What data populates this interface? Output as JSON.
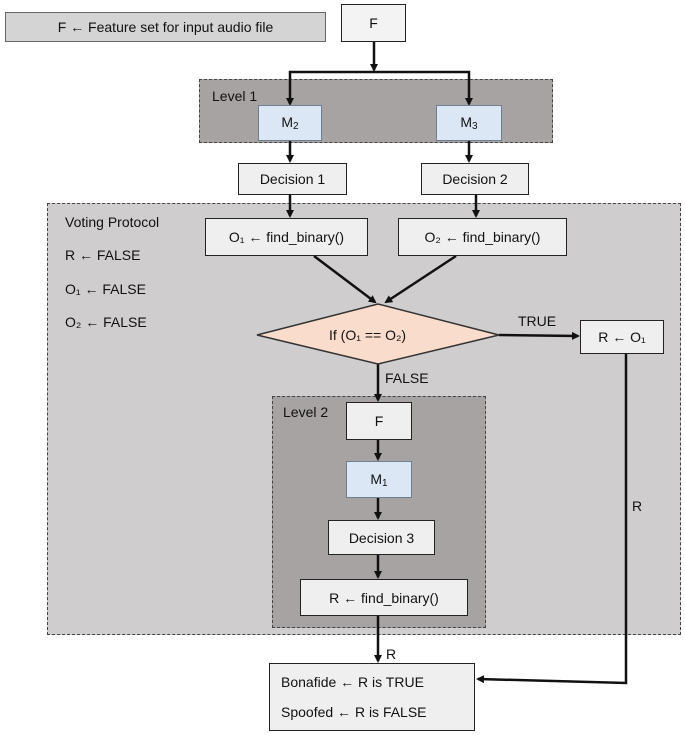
{
  "legend": "F ← Feature set for input audio file",
  "start_node": "F",
  "level1": {
    "title": "Level 1",
    "model_a": {
      "base": "M",
      "sub": "2"
    },
    "model_b": {
      "base": "M",
      "sub": "3"
    }
  },
  "decision1": "Decision 1",
  "decision2": "Decision 2",
  "voting": {
    "title": "Voting Protocol",
    "init": [
      "R ← FALSE",
      "O₁ ← FALSE",
      "O₂ ← FALSE"
    ],
    "o1_box": "O₁ ← find_binary()",
    "o2_box": "O₂ ← find_binary()",
    "condition": "If (O₁ == O₂)",
    "true_label": "TRUE",
    "false_label": "FALSE",
    "r_assign": "R ← O₁",
    "r_edge_label": "R"
  },
  "level2": {
    "title": "Level 2",
    "input": "F",
    "model": {
      "base": "M",
      "sub": "1"
    },
    "decision": "Decision 3",
    "result": "R ← find_binary()"
  },
  "final_edge_label": "R",
  "output": {
    "line1": "Bonafide ← R is TRUE",
    "line2": "Spoofed ← R is FALSE"
  }
}
